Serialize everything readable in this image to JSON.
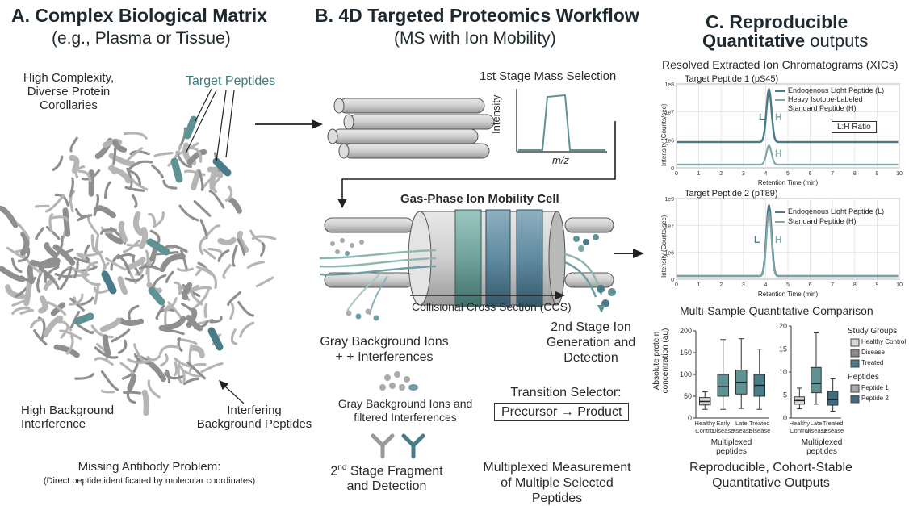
{
  "panel_a": {
    "title": "A. Complex Biological Matrix",
    "subtitle": "(e.g., Plasma or Tissue)",
    "complexity_label": "High Complexity, Diverse Protein Corollaries",
    "target_label": "Target Peptides",
    "background_label": "High Background Interference",
    "interfering_label": "Interfering Background Peptides",
    "problem_title": "Missing Antibody Problem:",
    "problem_sub": "(Direct peptide identificated by molecular coordinates)"
  },
  "panel_b": {
    "title": "B. 4D Targeted Proteomics Workflow",
    "subtitle": "(MS with Ion Mobility)",
    "stage1_label": "1st Stage Mass Selection",
    "inset_ylabel": "Intensity",
    "inset_xlabel": "m/z",
    "mobility_label": "Gas-Phase Ion Mobility Cell",
    "ccs_label": "Collisional Cross Section (CCS)",
    "gray_ions_label": "Gray Background Ions + + Interferences",
    "stage2_label": "2nd Stage Ion Generation and Detection",
    "filtered_label": "Gray Background Ions and filtered Interferences",
    "transition_label": "Transition Selector:",
    "precursor_product": "Precursor → Product",
    "fragment_label_a": "2",
    "fragment_label_sup": "nd",
    "fragment_label_b": " Stage Fragment and Detection",
    "multiplexed_label": "Multiplexed Measurement of Multiple Selected Peptides"
  },
  "panel_c": {
    "title_a": "C. Reproducible",
    "title_b_bold": "Quantitative",
    "title_b_rest": " outputs",
    "xic_title": "Resolved Extracted Ion Chromatograms (XICs)",
    "box_title": "Multi-Sample Quantitative Comparison",
    "footer": "Reproducible, Cohort-Stable Quantitative Outputs",
    "lh_ratio": "L:H Ratio",
    "multiplexed_peptides": "Multiplexed peptides"
  },
  "colors": {
    "teal": "#5f9292",
    "teal_dark": "#4a7b88",
    "blue_dark": "#3f6a80",
    "gray": "#9a9a9a",
    "light_gray": "#d9d9d9"
  },
  "chart_data": [
    {
      "type": "line",
      "title": "Target Peptide 1 (pS45)",
      "xlabel": "Retention Time (min)",
      "ylabel": "Intensity (Counts/sec)",
      "xlim": [
        0,
        10
      ],
      "xticks": [
        "0",
        "1",
        "2",
        "3",
        "4",
        "5",
        "6",
        "7",
        "8",
        "9",
        "10"
      ],
      "yticks": [
        "0",
        "1e6",
        "1e7",
        "1e8"
      ],
      "series": [
        {
          "name": "Endogenous Light Peptide (L)",
          "peak_x": 4.15,
          "peak_label": "L",
          "color": "#4a7b88"
        },
        {
          "name": "Heavy Isotope-Labeled Standard Peptide (H)",
          "peak_x": 4.15,
          "peak_label": "H",
          "color": "#7fa9a9"
        }
      ]
    },
    {
      "type": "line",
      "title": "Target Peptide 2 (pT89)",
      "xlabel": "Retention Time (min)",
      "ylabel": "Intensity (Counts/sec)",
      "xlim": [
        0,
        10
      ],
      "xticks": [
        "0",
        "1",
        "2",
        "3",
        "4",
        "5",
        "6",
        "7",
        "8",
        "9",
        "10"
      ],
      "yticks": [
        "0",
        "1e6",
        "1e7",
        "1e9"
      ],
      "series": [
        {
          "name": "Endogenous Light Peptide (L)",
          "peak_x": 4.15,
          "peak_label": "L",
          "color": "#4a7b88"
        },
        {
          "name": "Standard Peptide (H)",
          "peak_x": 4.15,
          "peak_label": "H",
          "color": "#7fa9a9"
        }
      ]
    },
    {
      "type": "box",
      "ylabel": "Absolute protein concentration (au)",
      "ylim": [
        0,
        200
      ],
      "yticks": [
        "0",
        "50",
        "100",
        "150",
        "200"
      ],
      "xlabel": "Multiplexed peptides",
      "categories": [
        "Healthy Control",
        "Early Disease",
        "Late Disease",
        "Treated Disease"
      ],
      "boxes": [
        {
          "min": 20,
          "q1": 30,
          "median": 38,
          "q3": 47,
          "max": 60,
          "group": "Healthy Control"
        },
        {
          "min": 20,
          "q1": 50,
          "median": 72,
          "q3": 100,
          "max": 180,
          "group": "Disease"
        },
        {
          "min": 22,
          "q1": 55,
          "median": 82,
          "q3": 110,
          "max": 182,
          "group": "Disease"
        },
        {
          "min": 20,
          "q1": 50,
          "median": 75,
          "q3": 100,
          "max": 158,
          "group": "Treated"
        }
      ]
    },
    {
      "type": "box",
      "ylim": [
        0,
        20
      ],
      "yticks": [
        "0",
        "5",
        "10",
        "15",
        "20"
      ],
      "xlabel": "Multiplexed peptides",
      "categories": [
        "Healthy Control",
        "Late Disease",
        "Treated Disease"
      ],
      "boxes": [
        {
          "min": 2,
          "q1": 3,
          "median": 3.8,
          "q3": 4.6,
          "max": 6.5,
          "group": "Healthy Control"
        },
        {
          "min": 3,
          "q1": 5.5,
          "median": 7.5,
          "q3": 11,
          "max": 18.5,
          "group": "Disease"
        },
        {
          "min": 1.5,
          "q1": 2.8,
          "median": 4,
          "q3": 5.8,
          "max": 8.5,
          "group": "Treated"
        }
      ],
      "legend": {
        "title": "Study Groups",
        "entries": [
          "Healthy Control",
          "Disease",
          "Treated"
        ],
        "title2": "Peptides",
        "entries2": [
          "Peptide 1",
          "Peptide 2"
        ]
      }
    }
  ]
}
